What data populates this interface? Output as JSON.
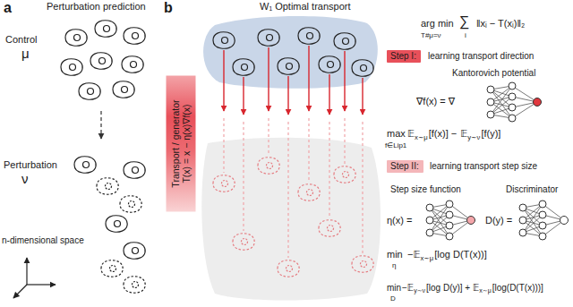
{
  "diagram": {
    "nodes": [
      {
        "text": [
          "Control",
          "μ"
        ]
      },
      {
        "text": [
          "Perturbation",
          "ν"
        ]
      },
      {
        "text": [
          "Transport / generator",
          "T(x) = x − η(x)∇f(x)"
        ]
      },
      {
        "text": [
          "Step I:"
        ]
      },
      {
        "text": [
          "Step II:"
        ]
      }
    ],
    "edges": [
      {
        "from": 0,
        "to": 1,
        "arrow": "to"
      }
    ],
    "labels": [
      "a",
      "Perturbation prediction",
      "n-dimensional space",
      "b",
      "W₁ Optimal transport",
      "arg min",
      "T#μ=ν",
      "∑",
      "i",
      "‖xᵢ − T(xᵢ)‖₂",
      "learning transport direction",
      "Kantorovich potential",
      "∇f(x) = ∇",
      "max",
      "f∈Lip1",
      "𝔼",
      "x∼μ",
      "[f(x)] −",
      "𝔼",
      "y∼ν",
      "[f(y)]",
      "learning transport step size",
      "Step size function",
      "Discriminator",
      "η(x) =",
      "D(y) =",
      "min",
      "η",
      "−𝔼",
      "x∼μ",
      "[log D(T(x))]",
      "min",
      "D",
      "−𝔼",
      "y∼ν",
      "[log D(y)] + 𝔼",
      "x∼μ",
      "[log(D(T(x)))]"
    ]
  }
}
